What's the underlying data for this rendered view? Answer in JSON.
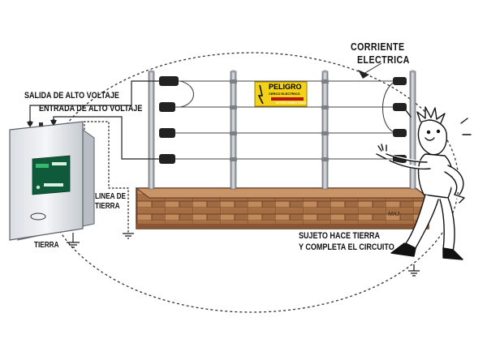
{
  "labels": {
    "corriente_line1": "CORRIENTE",
    "corriente_line2": "ELECTRICA",
    "salida": "SALIDA DE ALTO VOLTAJE",
    "entrada": "ENTRADA DE ALTO VOLTAJE",
    "linea_line1": "LINEA DE",
    "linea_line2": "TIERRA",
    "tierra": "TIERRA",
    "sujeto_line1": "SUJETO HACE TIERRA",
    "sujeto_line2": "Y COMPLETA EL CIRCUITO"
  },
  "sign": {
    "title": "PELIGRO",
    "line1": "CERCO ELECTRICO",
    "line2": "INTERCONECTADO"
  },
  "colors": {
    "wall": "#b07a4e",
    "wall_dark": "#7a4a2a",
    "pole": "#a9adb2",
    "sign": "#f5d21a",
    "energizer_panel": "#0f5a3a"
  }
}
